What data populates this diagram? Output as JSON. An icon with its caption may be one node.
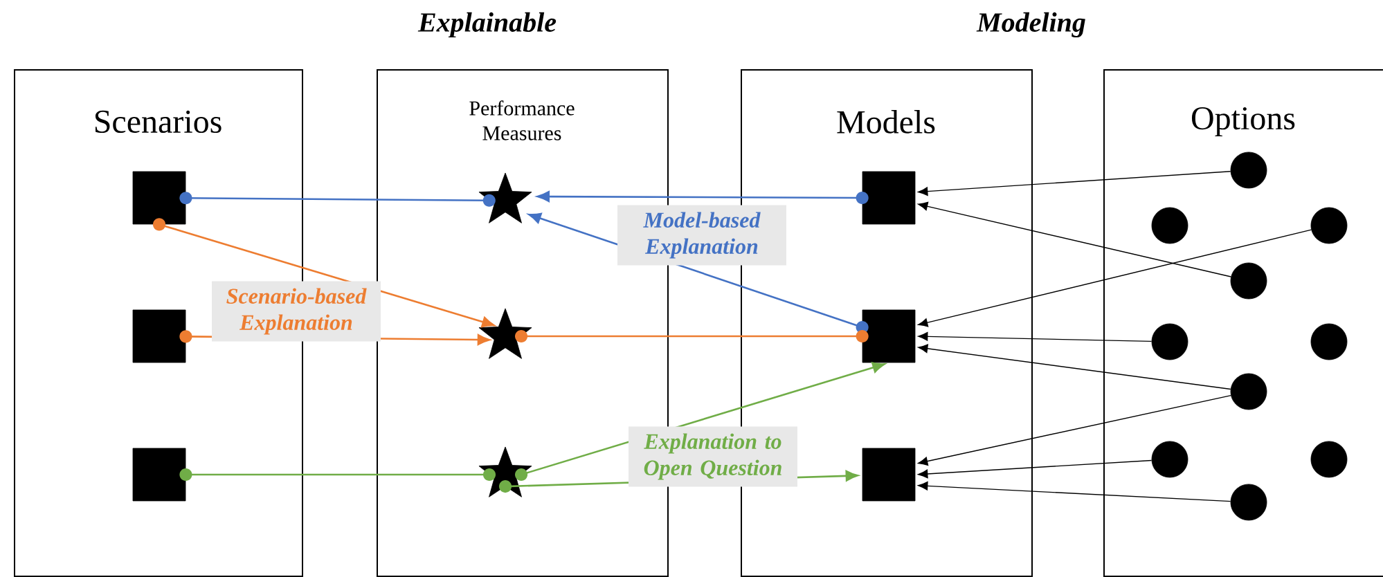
{
  "diagram": {
    "nodes": [
      {
        "text": [
          "Scenarios"
        ]
      },
      {
        "text": [
          "Performance Measures"
        ]
      },
      {
        "text": [
          "Models"
        ]
      },
      {
        "text": [
          "Options"
        ]
      },
      {
        "text": [],
        "shape": "box",
        "in": 0
      },
      {
        "text": [],
        "shape": "box",
        "in": 0
      },
      {
        "text": [],
        "shape": "box",
        "in": 0
      },
      {
        "text": [],
        "shape": "star",
        "in": 1
      },
      {
        "text": [],
        "shape": "star",
        "in": 1
      },
      {
        "text": [],
        "shape": "star",
        "in": 1
      },
      {
        "text": [],
        "shape": "box",
        "in": 2
      },
      {
        "text": [],
        "shape": "box",
        "in": 2
      },
      {
        "text": [],
        "shape": "box",
        "in": 2
      },
      {
        "text": [],
        "shape": "circle",
        "in": 3
      },
      {
        "text": [],
        "shape": "circle",
        "in": 3
      },
      {
        "text": [],
        "shape": "circle",
        "in": 3
      },
      {
        "text": [],
        "shape": "circle",
        "in": 3
      },
      {
        "text": [],
        "shape": "circle",
        "in": 3
      },
      {
        "text": [],
        "shape": "circle",
        "in": 3
      },
      {
        "text": [],
        "shape": "circle",
        "in": 3
      },
      {
        "text": [],
        "shape": "circle",
        "in": 3
      },
      {
        "text": [],
        "shape": "circle",
        "in": 3
      },
      {
        "text": [],
        "shape": "circle",
        "in": 3
      }
    ],
    "edges": [
      {
        "from": 4,
        "to": 7,
        "arrow": "other",
        "color": "#4472c4"
      },
      {
        "from": 10,
        "to": 7,
        "arrow": "to",
        "color": "#4472c4"
      },
      {
        "from": 11,
        "to": 7,
        "arrow": "to",
        "color": "#4472c4",
        "label": "Model-based Explanation"
      },
      {
        "from": 4,
        "to": 8,
        "arrow": "to",
        "color": "#ed7d31",
        "label": "Scenario-based Explanation"
      },
      {
        "from": 5,
        "to": 8,
        "arrow": "to",
        "color": "#ed7d31"
      },
      {
        "from": 11,
        "to": 8,
        "arrow": "other",
        "color": "#ed7d31"
      },
      {
        "from": 6,
        "to": 9,
        "arrow": "other",
        "color": "#70ad47"
      },
      {
        "from": 9,
        "to": 11,
        "arrow": "to",
        "color": "#70ad47"
      },
      {
        "from": 9,
        "to": 12,
        "arrow": "to",
        "color": "#70ad47",
        "label": "Explanation to Open Question"
      },
      {
        "from": 13,
        "to": 10,
        "arrow": "to",
        "color": "#000000"
      },
      {
        "from": 16,
        "to": 10,
        "arrow": "to",
        "color": "#000000"
      },
      {
        "from": 15,
        "to": 11,
        "arrow": "to",
        "color": "#000000"
      },
      {
        "from": 17,
        "to": 11,
        "arrow": "to",
        "color": "#000000"
      },
      {
        "from": 19,
        "to": 11,
        "arrow": "to",
        "color": "#000000"
      },
      {
        "from": 19,
        "to": 12,
        "arrow": "to",
        "color": "#000000"
      },
      {
        "from": 20,
        "to": 12,
        "arrow": "to",
        "color": "#000000"
      },
      {
        "from": 22,
        "to": 12,
        "arrow": "to",
        "color": "#000000"
      }
    ],
    "labels": [
      "Explainable",
      "Modeling"
    ]
  }
}
